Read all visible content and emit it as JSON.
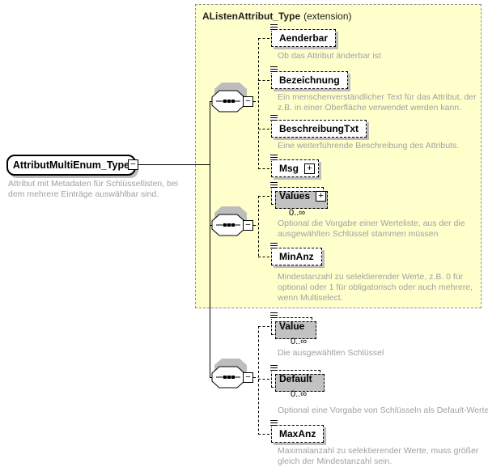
{
  "diagram": {
    "root": {
      "name": "AttributMultiEnum_Type",
      "description": "Attribut mit Metadaten für Schlüssellisten, bei dem mehrere Einträge auswählbar sind."
    },
    "extension": {
      "title": "AListenAttribut_Type",
      "suffix": "(extension)"
    },
    "icons": {
      "collapse": "−",
      "expand": "+"
    },
    "colors": {
      "extension_fill": "#ffffcc",
      "extension_border": "#8f8f8f",
      "annotation_text": "#a1a1a1",
      "shadow": "#bdbdbd"
    },
    "elements": [
      {
        "name": "Aenderbar",
        "description": "Ob das Attribut änderbar ist"
      },
      {
        "name": "Bezeichnung",
        "description": "Ein menschenverständlicher Text für das Attribut, der z.B. in einer Oberfläche verwendet werden kann."
      },
      {
        "name": "BeschreibungTxt",
        "description": "Eine weiterführende Beschreibung des Attributs."
      },
      {
        "name": "Msg"
      },
      {
        "name": "Values",
        "multiplicity": "0..∞",
        "description": "Optional die Vorgabe einer Werteliste, aus der die ausgewählten Schlüssel stammen müssen"
      },
      {
        "name": "MinAnz",
        "description": "Mindestanzahl zu selektierender Werte, z.B. 0 für optional oder 1 für obligatorisch oder auch mehrere, wenn Multiselect."
      },
      {
        "name": "Value",
        "multiplicity": "0..∞",
        "description": "Die ausgewählten Schlüssel"
      },
      {
        "name": "Default",
        "multiplicity": "0..∞",
        "description": "Optional eine Vorgabe von Schlüsseln als Default-Werte"
      },
      {
        "name": "MaxAnz",
        "description": "Maximalanzahl zu selektierender Werte, muss größer gleich der Mindestanzahl sein."
      }
    ]
  }
}
